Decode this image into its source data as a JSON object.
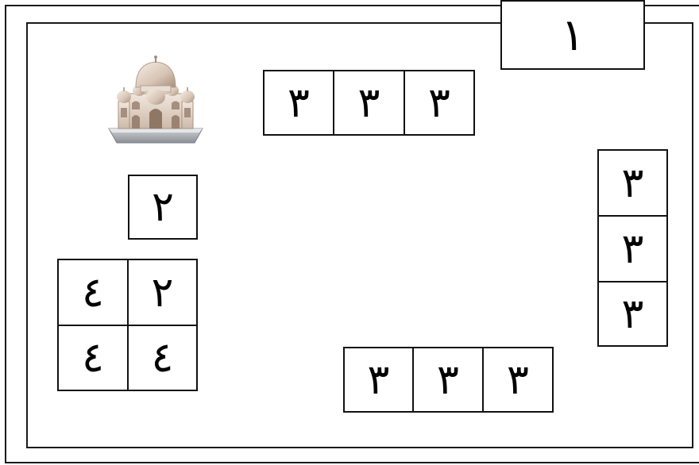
{
  "title_number": "١",
  "icon": "mosque-icon",
  "single_two": "٢",
  "grid_2x2": [
    [
      "٤",
      "٢"
    ],
    [
      "٤",
      "٤"
    ]
  ],
  "top_row": [
    "٣",
    "٣",
    "٣"
  ],
  "right_column": [
    "٣",
    "٣",
    "٣"
  ],
  "bottom_row": [
    "٣",
    "٣",
    "٣"
  ]
}
